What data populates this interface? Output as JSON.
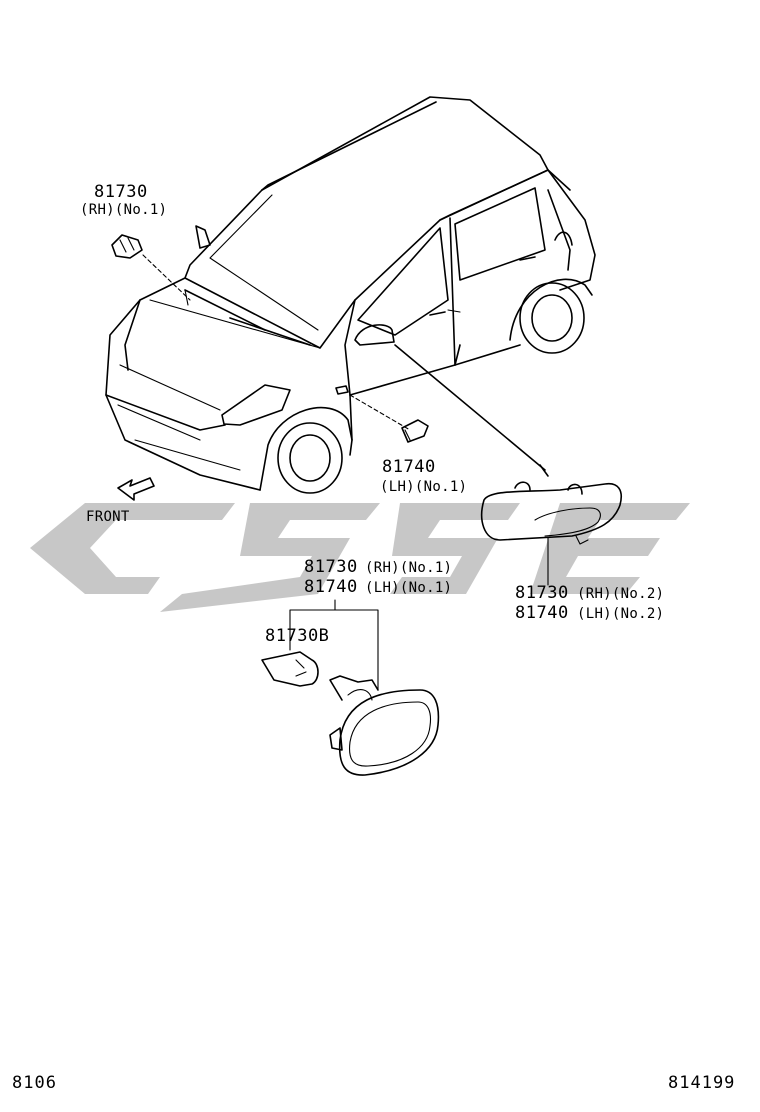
{
  "labels": {
    "mirror_part": "81730",
    "mirror_sub": "(RH)(No.1)",
    "side_part": "81740",
    "side_sub": "(LH)(No.1)",
    "front": "FRONT",
    "assy1_rh_part": "81730",
    "assy1_rh_sub": "(RH)(No.1)",
    "assy1_lh_part": "81740",
    "assy1_lh_sub": "(LH)(No.1)",
    "bulb_part": "81730B",
    "assy2_rh_part": "81730",
    "assy2_rh_sub": "(RH)(No.2)",
    "assy2_lh_part": "81740",
    "assy2_lh_sub": "(LH)(No.2)"
  },
  "footer": {
    "left_code": "8106",
    "right_code": "814199"
  },
  "watermark": {
    "color": "#bdbdbd"
  }
}
